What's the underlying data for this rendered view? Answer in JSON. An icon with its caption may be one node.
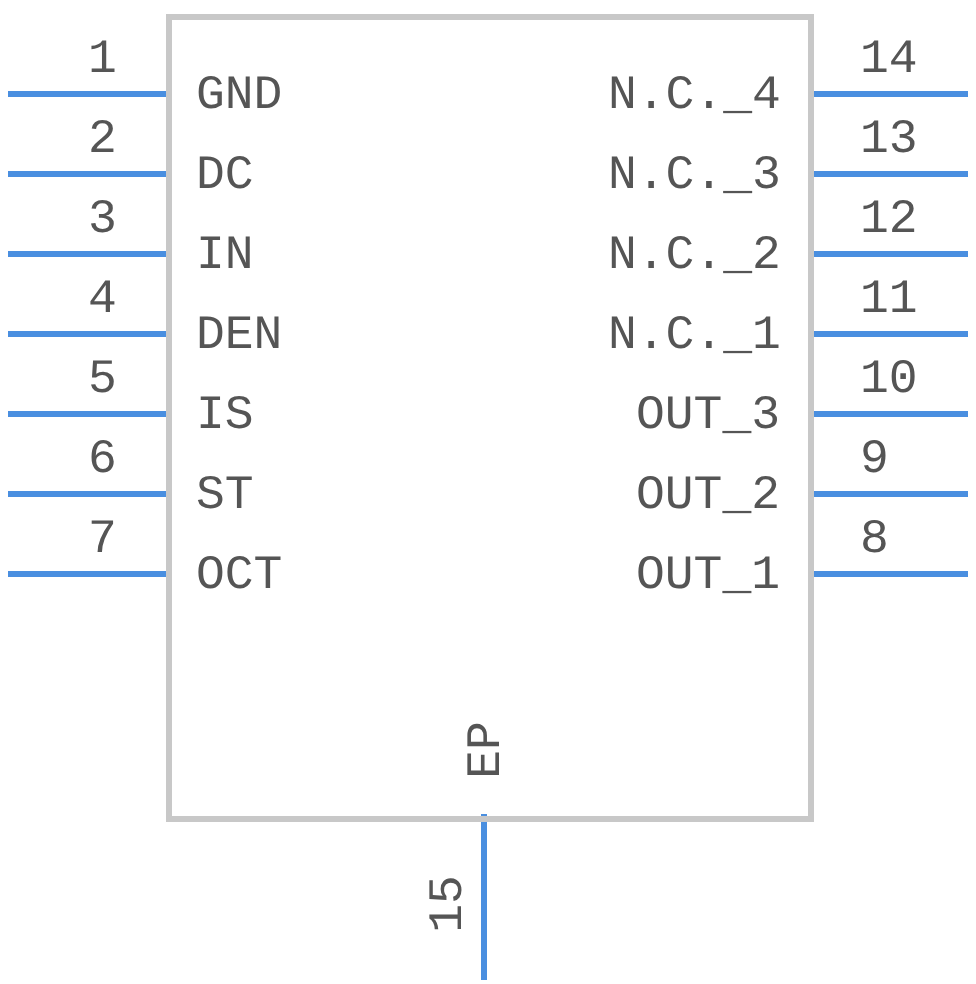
{
  "diagram": {
    "nodes": [
      {
        "text": [
          "GND",
          "N.C._4",
          "DC",
          "N.C._3",
          "IN",
          "N.C._2",
          "DEN",
          "N.C._1",
          "IS",
          "OUT_3",
          "ST",
          "OUT_2",
          "OCT",
          "OUT_1",
          "EP"
        ]
      }
    ],
    "labels": [
      "1",
      "14",
      "2",
      "13",
      "3",
      "12",
      "4",
      "11",
      "5",
      "10",
      "6",
      "9",
      "7",
      "8",
      "15"
    ]
  }
}
